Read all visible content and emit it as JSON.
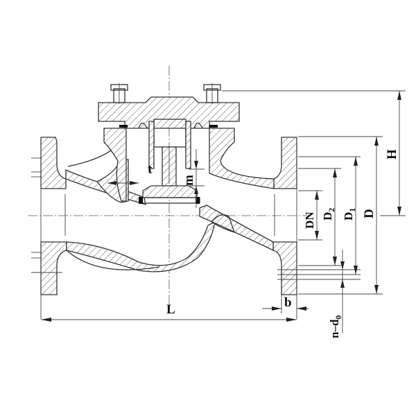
{
  "drawing": {
    "subject": "Lift check valve (flanged) cross-section",
    "line_color": "#333333",
    "background": "#ffffff"
  },
  "dimension_labels": {
    "L": "L",
    "b": "b",
    "H": "H",
    "D": "D",
    "D1_main": "D",
    "D1_sub": "1",
    "D2_main": "D",
    "D2_sub": "2",
    "DN": "DN",
    "n_d0_main": "n–d",
    "n_d0_sub": "0",
    "t": "t",
    "m": "m"
  }
}
